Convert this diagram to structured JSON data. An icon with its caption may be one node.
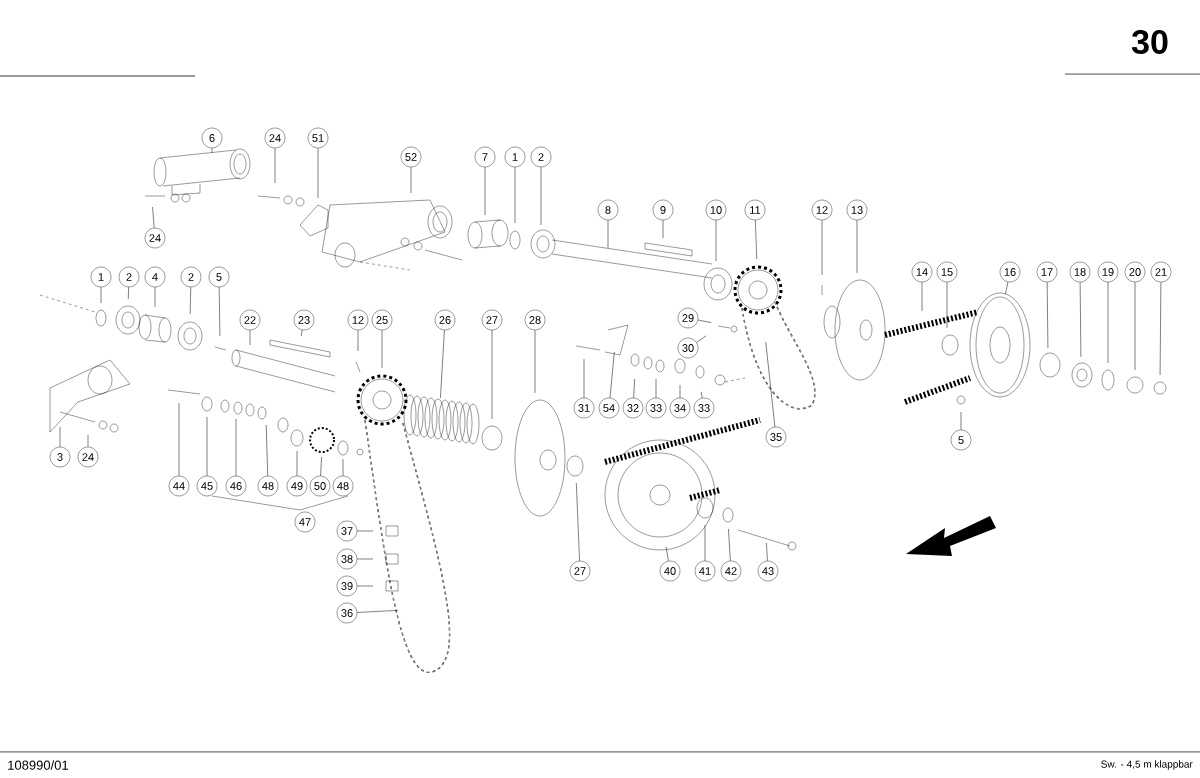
{
  "diagram": {
    "nodes": [
      {
        "text": [
          "6"
        ]
      },
      {
        "text": [
          "24"
        ]
      },
      {
        "text": [
          "51"
        ]
      },
      {
        "text": [
          "52"
        ]
      },
      {
        "text": [
          "7"
        ]
      },
      {
        "text": [
          "1"
        ]
      },
      {
        "text": [
          "2"
        ]
      },
      {
        "text": [
          "8"
        ]
      },
      {
        "text": [
          "9"
        ]
      },
      {
        "text": [
          "10"
        ]
      },
      {
        "text": [
          "11"
        ]
      },
      {
        "text": [
          "12"
        ]
      },
      {
        "text": [
          "13"
        ]
      },
      {
        "text": [
          "14"
        ]
      },
      {
        "text": [
          "15"
        ]
      },
      {
        "text": [
          "16"
        ]
      },
      {
        "text": [
          "17"
        ]
      },
      {
        "text": [
          "18"
        ]
      },
      {
        "text": [
          "19"
        ]
      },
      {
        "text": [
          "20"
        ]
      },
      {
        "text": [
          "21"
        ]
      },
      {
        "text": [
          "24"
        ]
      },
      {
        "text": [
          "1"
        ]
      },
      {
        "text": [
          "2"
        ]
      },
      {
        "text": [
          "4"
        ]
      },
      {
        "text": [
          "2"
        ]
      },
      {
        "text": [
          "5"
        ]
      },
      {
        "text": [
          "22"
        ]
      },
      {
        "text": [
          "23"
        ]
      },
      {
        "text": [
          "12"
        ]
      },
      {
        "text": [
          "25"
        ]
      },
      {
        "text": [
          "26"
        ]
      },
      {
        "text": [
          "27"
        ]
      },
      {
        "text": [
          "28"
        ]
      },
      {
        "text": [
          "29"
        ]
      },
      {
        "text": [
          "30"
        ]
      },
      {
        "text": [
          "31"
        ]
      },
      {
        "text": [
          "54"
        ]
      },
      {
        "text": [
          "32"
        ]
      },
      {
        "text": [
          "33"
        ]
      },
      {
        "text": [
          "34"
        ]
      },
      {
        "text": [
          "33"
        ]
      },
      {
        "text": [
          "35"
        ]
      },
      {
        "text": [
          "5"
        ]
      },
      {
        "text": [
          "3"
        ]
      },
      {
        "text": [
          "24"
        ]
      },
      {
        "text": [
          "44"
        ]
      },
      {
        "text": [
          "45"
        ]
      },
      {
        "text": [
          "46"
        ]
      },
      {
        "text": [
          "48"
        ]
      },
      {
        "text": [
          "49"
        ]
      },
      {
        "text": [
          "50"
        ]
      },
      {
        "text": [
          "48"
        ]
      },
      {
        "text": [
          "47"
        ]
      },
      {
        "text": [
          "37"
        ]
      },
      {
        "text": [
          "38"
        ]
      },
      {
        "text": [
          "39"
        ]
      },
      {
        "text": [
          "36"
        ]
      },
      {
        "text": [
          "27"
        ]
      },
      {
        "text": [
          "40"
        ]
      },
      {
        "text": [
          "41"
        ]
      },
      {
        "text": [
          "42"
        ]
      },
      {
        "text": [
          "43"
        ]
      }
    ],
    "edges": [
      {
        "from": 0,
        "to": null,
        "arrow": "none"
      },
      {
        "from": 1,
        "to": null,
        "arrow": "none"
      },
      {
        "from": 2,
        "to": null,
        "arrow": "none"
      },
      {
        "from": 3,
        "to": null,
        "arrow": "none"
      },
      {
        "from": 4,
        "to": null,
        "arrow": "none"
      },
      {
        "from": 5,
        "to": null,
        "arrow": "none"
      },
      {
        "from": 6,
        "to": null,
        "arrow": "none"
      },
      {
        "from": 7,
        "to": null,
        "arrow": "none"
      },
      {
        "from": 8,
        "to": null,
        "arrow": "none"
      },
      {
        "from": 9,
        "to": null,
        "arrow": "none"
      },
      {
        "from": 10,
        "to": null,
        "arrow": "none"
      },
      {
        "from": 11,
        "to": null,
        "arrow": "none"
      },
      {
        "from": 12,
        "to": null,
        "arrow": "none"
      },
      {
        "from": 13,
        "to": null,
        "arrow": "none"
      },
      {
        "from": 14,
        "to": null,
        "arrow": "none"
      },
      {
        "from": 15,
        "to": null,
        "arrow": "none"
      },
      {
        "from": 16,
        "to": null,
        "arrow": "none"
      },
      {
        "from": 17,
        "to": null,
        "arrow": "none"
      },
      {
        "from": 18,
        "to": null,
        "arrow": "none"
      },
      {
        "from": 19,
        "to": null,
        "arrow": "none"
      },
      {
        "from": 20,
        "to": null,
        "arrow": "none"
      },
      {
        "from": 21,
        "to": null,
        "arrow": "none"
      },
      {
        "from": 22,
        "to": null,
        "arrow": "none"
      },
      {
        "from": 23,
        "to": null,
        "arrow": "none"
      },
      {
        "from": 24,
        "to": null,
        "arrow": "none"
      },
      {
        "from": 25,
        "to": null,
        "arrow": "none"
      },
      {
        "from": 26,
        "to": null,
        "arrow": "none"
      },
      {
        "from": 27,
        "to": null,
        "arrow": "none"
      },
      {
        "from": 28,
        "to": null,
        "arrow": "none"
      },
      {
        "from": 29,
        "to": null,
        "arrow": "none"
      },
      {
        "from": 30,
        "to": null,
        "arrow": "none"
      },
      {
        "from": 31,
        "to": null,
        "arrow": "none"
      },
      {
        "from": 32,
        "to": null,
        "arrow": "none"
      },
      {
        "from": 33,
        "to": null,
        "arrow": "none"
      },
      {
        "from": 34,
        "to": null,
        "arrow": "none"
      },
      {
        "from": 35,
        "to": null,
        "arrow": "none"
      },
      {
        "from": 36,
        "to": null,
        "arrow": "none"
      },
      {
        "from": 37,
        "to": null,
        "arrow": "none"
      },
      {
        "from": 38,
        "to": null,
        "arrow": "none"
      },
      {
        "from": 39,
        "to": null,
        "arrow": "none"
      },
      {
        "from": 40,
        "to": null,
        "arrow": "none"
      },
      {
        "from": 41,
        "to": null,
        "arrow": "none"
      },
      {
        "from": 42,
        "to": null,
        "arrow": "none"
      },
      {
        "from": 43,
        "to": null,
        "arrow": "none"
      },
      {
        "from": 44,
        "to": null,
        "arrow": "none"
      },
      {
        "from": 45,
        "to": null,
        "arrow": "none"
      },
      {
        "from": 46,
        "to": null,
        "arrow": "none"
      },
      {
        "from": 47,
        "to": null,
        "arrow": "none"
      },
      {
        "from": 48,
        "to": null,
        "arrow": "none"
      },
      {
        "from": 49,
        "to": null,
        "arrow": "none"
      },
      {
        "from": 50,
        "to": null,
        "arrow": "none"
      },
      {
        "from": 51,
        "to": null,
        "arrow": "none"
      },
      {
        "from": 52,
        "to": null,
        "arrow": "none"
      },
      {
        "from": 54,
        "to": null,
        "arrow": "none"
      },
      {
        "from": 55,
        "to": null,
        "arrow": "none"
      },
      {
        "from": 56,
        "to": null,
        "arrow": "none"
      },
      {
        "from": 57,
        "to": null,
        "arrow": "none"
      },
      {
        "from": 58,
        "to": null,
        "arrow": "none"
      },
      {
        "from": 59,
        "to": null,
        "arrow": "none"
      },
      {
        "from": 60,
        "to": null,
        "arrow": "none"
      },
      {
        "from": 61,
        "to": null,
        "arrow": "none"
      },
      {
        "from": 62,
        "to": null,
        "arrow": "none"
      }
    ],
    "labels": [
      "30",
      "108990/01",
      "Sw. - 4,5 m klappbar"
    ]
  }
}
